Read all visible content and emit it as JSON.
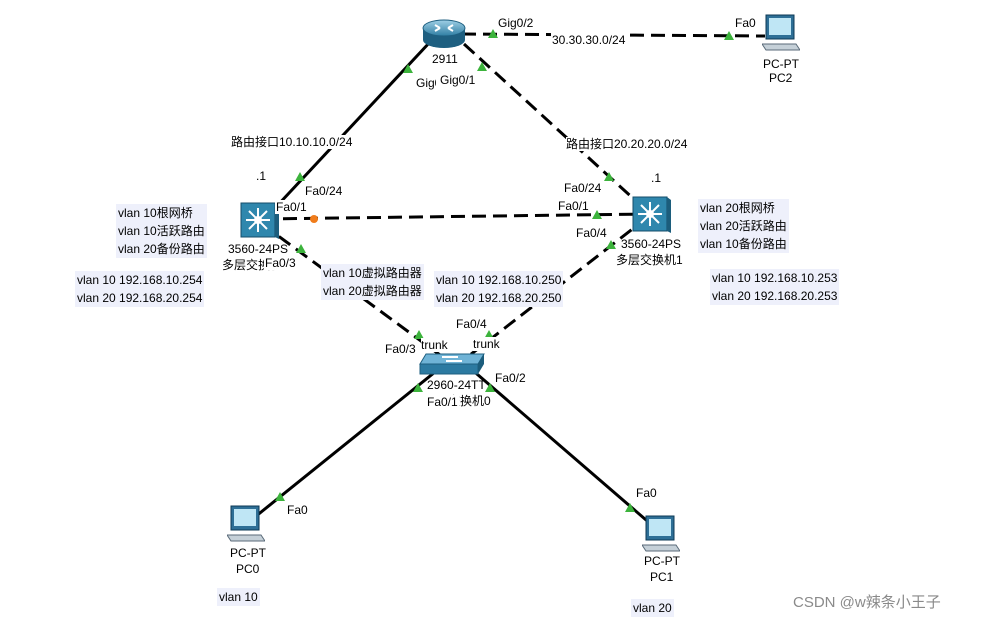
{
  "router": {
    "model": "2911"
  },
  "switch_left": {
    "model": "3560-24PS",
    "name": "多层交换机0"
  },
  "switch_right": {
    "model": "3560-24PS",
    "name": "多层交换机1"
  },
  "access_switch": {
    "model": "2960-24TT",
    "name": "交换机0"
  },
  "pc0": {
    "type": "PC-PT",
    "name": "PC0",
    "vlan": "vlan 10"
  },
  "pc1": {
    "type": "PC-PT",
    "name": "PC1",
    "vlan": "vlan 20"
  },
  "pc2": {
    "type": "PC-PT",
    "name": "PC2"
  },
  "ports": {
    "r_gig02": "Gig0/2",
    "r_gig01": "Gig0/1",
    "r_gig00": "Gig0/0",
    "pc2_fa0": "Fa0",
    "sl_fa024": "Fa0/24",
    "sl_fa01": "Fa0/1",
    "sl_fa03": "Fa0/3",
    "sr_fa024": "Fa0/24",
    "sr_fa01": "Fa0/1",
    "sr_fa04": "Fa0/4",
    "as_fa03": "Fa0/3",
    "as_fa04": "Fa0/4",
    "as_fa01": "Fa0/1",
    "as_fa02": "Fa0/2",
    "pc0_fa0": "Fa0",
    "pc1_fa0": "Fa0"
  },
  "link_labels": {
    "wan_pc2": "30.30.30.0/24",
    "route_left": "路由接口10.10.10.0/24",
    "route_right": "路由接口20.20.20.0/24",
    "left_ip_suffix": ".1",
    "right_ip_suffix": ".1",
    "trunk_left": "trunk",
    "trunk_right": "trunk"
  },
  "notes": {
    "left_roles": [
      "vlan 10根网桥",
      "vlan 10活跃路由",
      "vlan 20备份路由"
    ],
    "left_ips": [
      "vlan 10 192.168.10.254",
      "vlan 20 192.168.20.254"
    ],
    "right_roles": [
      "vlan 20根网桥",
      "vlan 20活跃路由",
      "vlan 10备份路由"
    ],
    "right_ips": [
      "vlan 10 192.168.10.253",
      "vlan 20 192.168.20.253"
    ],
    "virtual": [
      "vlan 10虚拟路由器",
      "vlan 20虚拟路由器"
    ],
    "virtual_ips": [
      "vlan 10 192.168.10.250",
      "vlan 20 192.168.20.250"
    ]
  },
  "watermark": "CSDN @w辣条小王子",
  "colors": {
    "link": "#000000",
    "port_up": "#3cb33c",
    "port_blocked": "#f07c1b",
    "note_bg": "#eef0fb"
  }
}
